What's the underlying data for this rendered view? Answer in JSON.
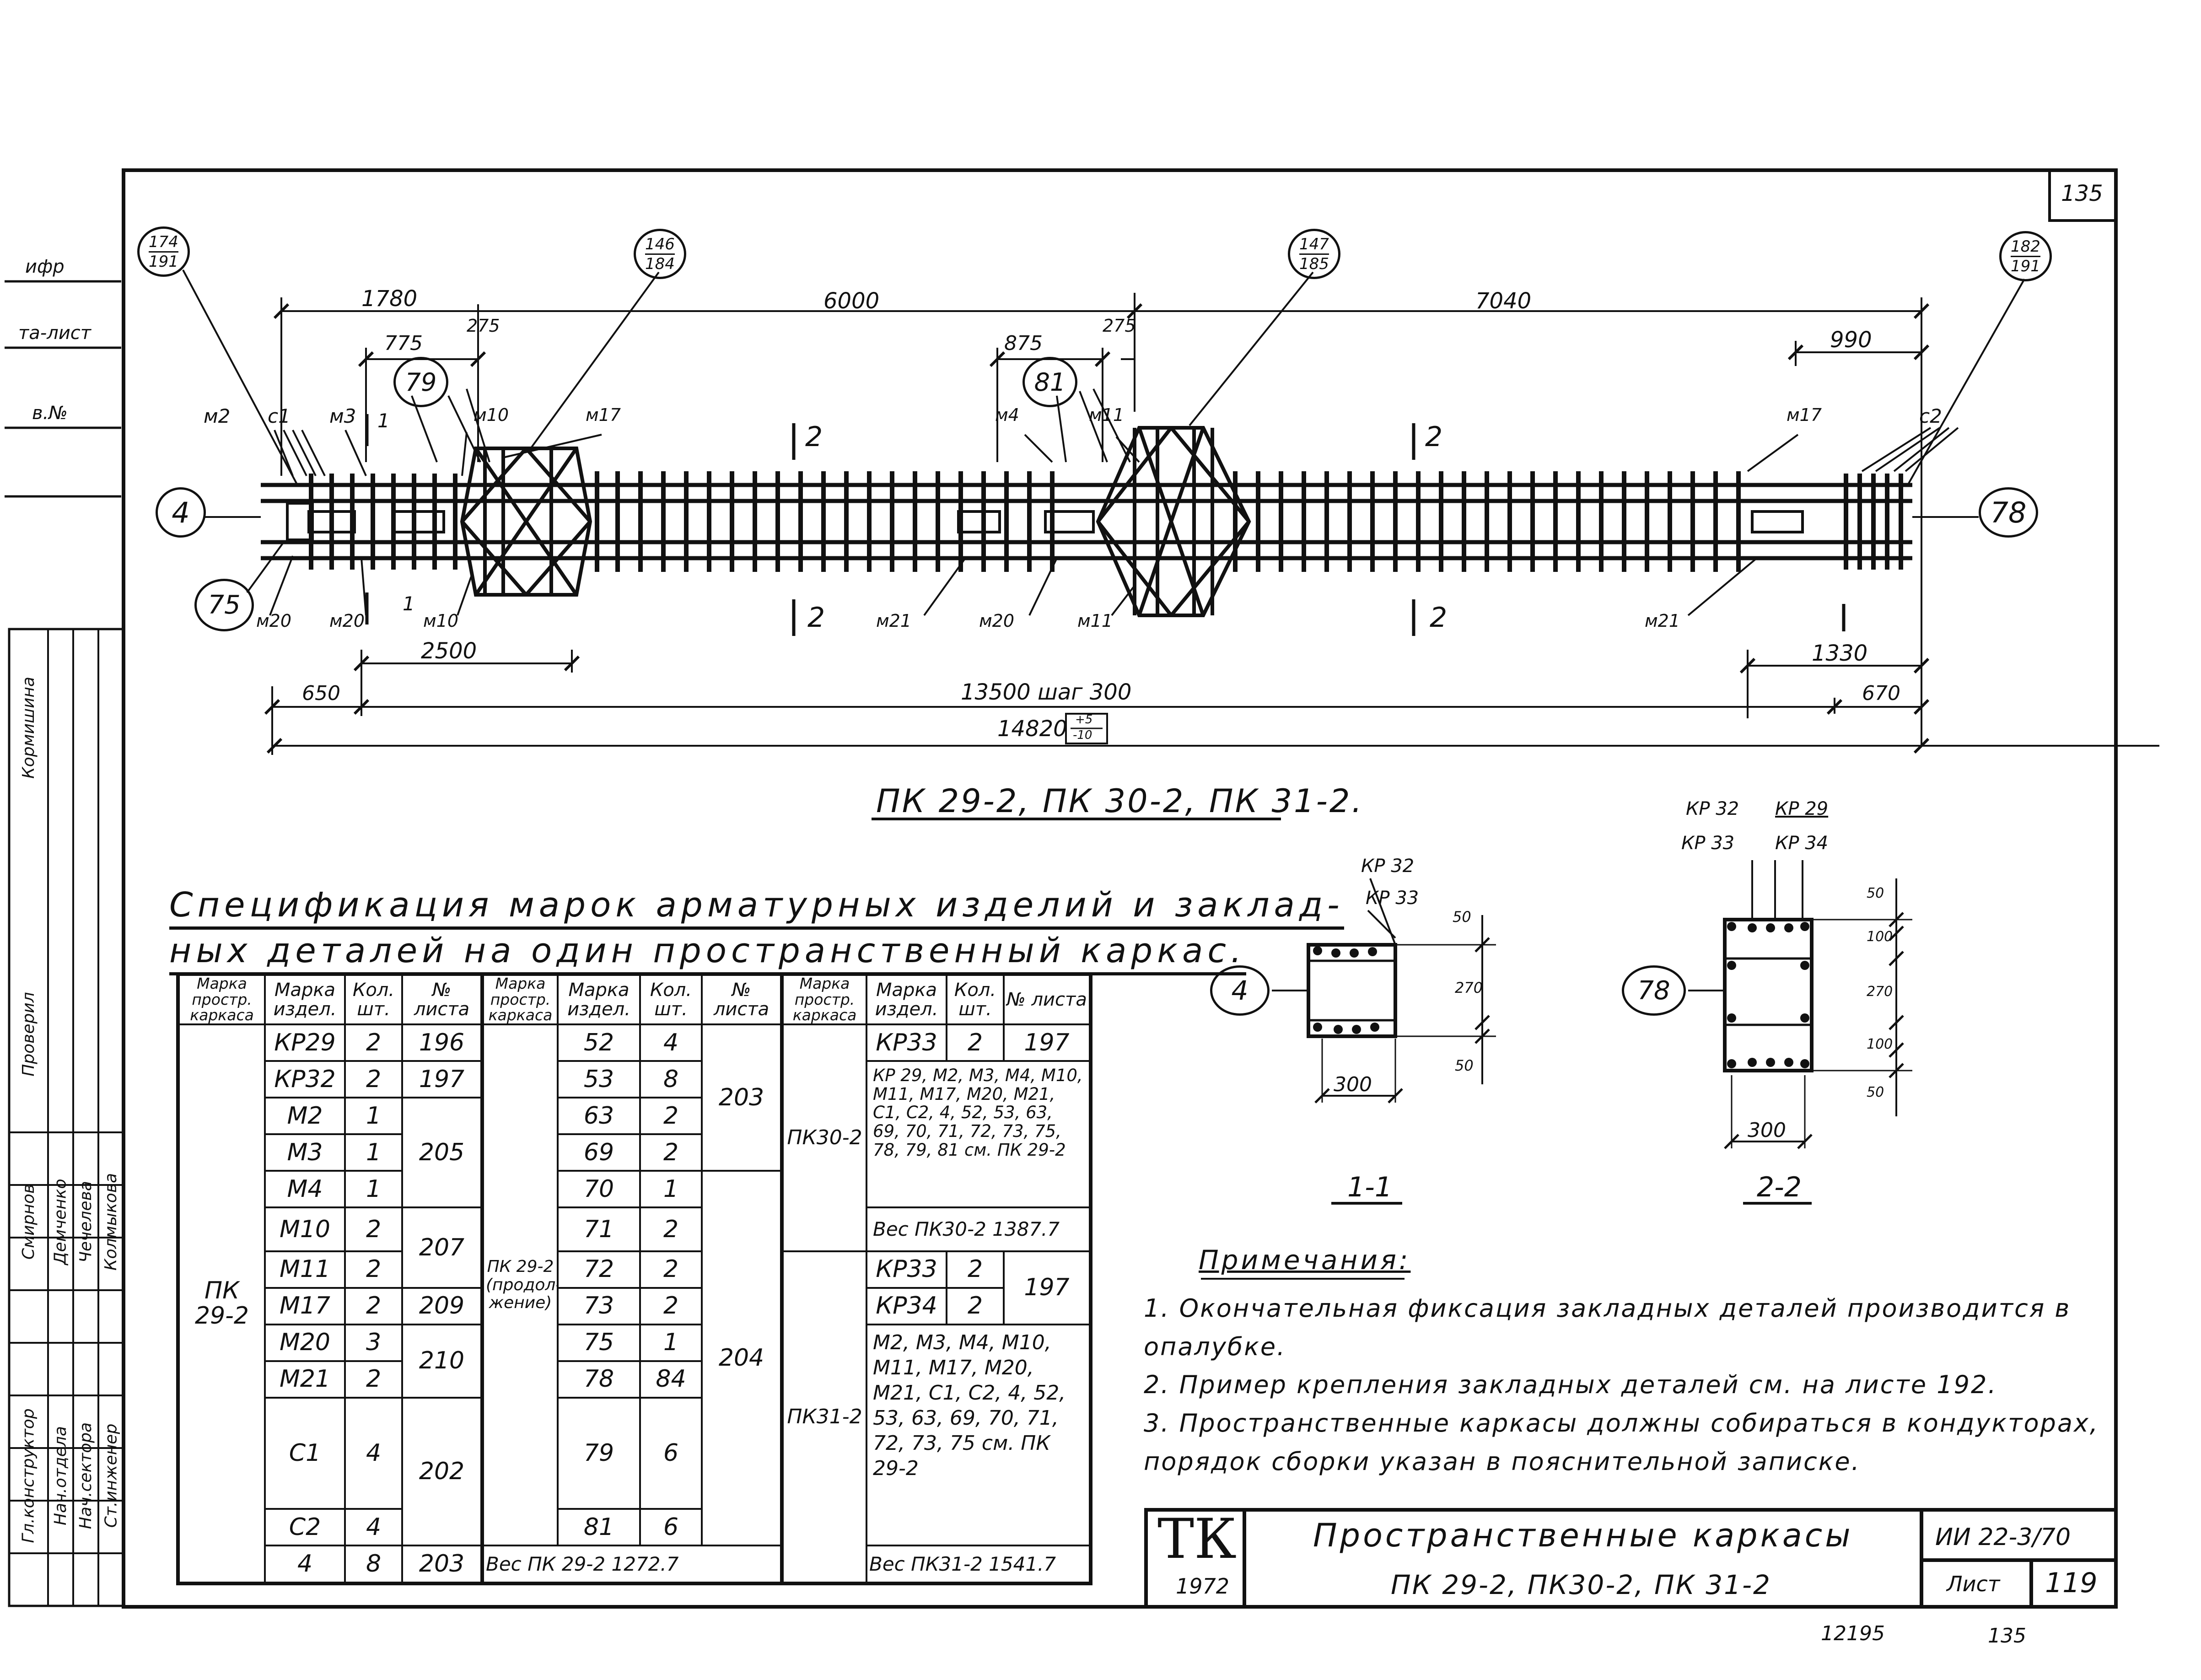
{
  "sheet": {
    "corner_number": "135",
    "bottom_left_number": "12195",
    "bottom_right_number": "135"
  },
  "drawing": {
    "title": "ПК 29-2, ПК 30-2, ПК 31-2.",
    "axis_left": "4",
    "axis_right": "78",
    "detail_left": "75",
    "detail_79": "79",
    "detail_81": "81",
    "callouts": [
      {
        "top": "174",
        "bottom": "191"
      },
      {
        "top": "146",
        "bottom": "184"
      },
      {
        "top": "147",
        "bottom": "185"
      },
      {
        "top": "182",
        "bottom": "191"
      }
    ],
    "dims": {
      "d1780": "1780",
      "d775": "775",
      "d275a": "275",
      "d6000": "6000",
      "d875": "875",
      "d275b": "275",
      "d7040": "7040",
      "d990": "990",
      "d2500": "2500",
      "d650": "650",
      "d13500": "13500 шаг 300",
      "d1330": "1330",
      "d670": "670",
      "d14820": "14820",
      "tol_top": "+5",
      "tol_bottom": "-10"
    },
    "labels": {
      "m2": "м2",
      "c1": "с1",
      "m3": "м3",
      "one_a": "1",
      "m10a": "м10",
      "m17a": "м17",
      "two_a": "2",
      "m4": "м4",
      "m11a": "м11",
      "two_b": "2",
      "m17b": "м17",
      "c2": "с2",
      "m20a": "м20",
      "m20b": "м20",
      "one_b": "1",
      "m10b": "м10",
      "two_c": "2",
      "m21a": "м21",
      "m20c": "м20",
      "m11b": "м11",
      "two_d": "2",
      "m21b": "м21"
    }
  },
  "sections": {
    "s1": {
      "axis": "4",
      "kp32": "КР 32",
      "kp33": "КР 33",
      "d50a": "50",
      "d270": "270",
      "d50b": "50",
      "d300": "300",
      "name": "1-1"
    },
    "s2": {
      "axis": "78",
      "kp32": "КР 32",
      "kp29": "КР 29",
      "kp33": "КР 33",
      "kp34": "КР 34",
      "d50a": "50",
      "d100a": "100",
      "d270": "270",
      "d100b": "100",
      "d50b": "50",
      "d300": "300",
      "name": "2-2"
    }
  },
  "spec": {
    "title_line1": "Спецификация марок арматурных изделий и заклад-",
    "title_line2": "ных деталей на один пространственный каркас.",
    "headers": [
      "Марка простр. каркаса",
      "Марка издел.",
      "Кол. шт.",
      "№ листа"
    ],
    "g1_frame": "ПК 29-2",
    "g1_rows": [
      [
        "КР29",
        "2"
      ],
      [
        "КР32",
        "2"
      ],
      [
        "М2",
        "1"
      ],
      [
        "М3",
        "1"
      ],
      [
        "М4",
        "1"
      ],
      [
        "М10",
        "2"
      ],
      [
        "М11",
        "2"
      ],
      [
        "М17",
        "2"
      ],
      [
        "М20",
        "3"
      ],
      [
        "М21",
        "2"
      ],
      [
        "С1",
        "4"
      ],
      [
        "С2",
        "4"
      ],
      [
        "4",
        "8"
      ]
    ],
    "g1_sheets": [
      "196",
      "197",
      "205",
      "207",
      "209",
      "210",
      "202",
      "203"
    ],
    "g2_frame": "ПК 29-2 (продол- жение)",
    "g2_rows": [
      [
        "52",
        "4"
      ],
      [
        "53",
        "8"
      ],
      [
        "63",
        "2"
      ],
      [
        "69",
        "2"
      ],
      [
        "70",
        "1"
      ],
      [
        "71",
        "2"
      ],
      [
        "72",
        "2"
      ],
      [
        "73",
        "2"
      ],
      [
        "75",
        "1"
      ],
      [
        "78",
        "84"
      ],
      [
        "79",
        "6"
      ],
      [
        "81",
        "6"
      ]
    ],
    "g2_sheets": [
      "203",
      "204"
    ],
    "g2_weight": "Вес ПК 29-2    1272.7",
    "g3_frame_a": "ПК30-2",
    "g3_a_row": [
      "КР33",
      "2",
      "197"
    ],
    "g3_a_list": "КР 29, М2, М3, М4, М10, М11, М17, М20, М21, С1, С2, 4, 52, 53, 63, 69, 70, 71, 72, 73, 75, 78, 79, 81 см. ПК 29-2",
    "g3_a_weight": "Вес ПК30-2    1387.7",
    "g3_frame_b": "ПК31-2",
    "g3_b_rows": [
      [
        "КР33",
        "2"
      ],
      [
        "КР34",
        "2"
      ]
    ],
    "g3_b_sheet": "197",
    "g3_b_list": "М2, М3, М4, М10, М11, М17, М20, М21, С1, С2, 4, 52, 53, 63, 69, 70, 71, 72, 73, 75 см. ПК 29-2",
    "g3_b_weight": "Вес ПК31-2    1541.7"
  },
  "notes": {
    "heading": "Примечания:",
    "items": [
      "1. Окончательная фиксация закладных деталей производится в опалубке.",
      "2. Пример крепления закладных деталей см. на листе 192.",
      "3. Пространственные каркасы должны собираться в кондукторах, порядок сборки указан в пояснительной записке."
    ]
  },
  "title_block": {
    "org": "ТК",
    "year": "1972",
    "title_line1": "Пространственные каркасы",
    "title_line2": "ПК 29-2, ПК30-2, ПК 31-2",
    "series": "ИИ 22-3/70",
    "sheet_label": "Лист",
    "sheet_number": "119"
  },
  "side_stamp": {
    "top_labels": [
      "ифр",
      "та-лист",
      "в.№"
    ],
    "roles": [
      "Гл.конструктор",
      "Нач.отдела",
      "Нач.сектора",
      "Ст.инженер"
    ],
    "names": [
      "Смирнов",
      "Демченко",
      "Чечелева",
      "Колмыкова"
    ],
    "checked_label": "Проверил",
    "checked_name": "Кормишина"
  }
}
